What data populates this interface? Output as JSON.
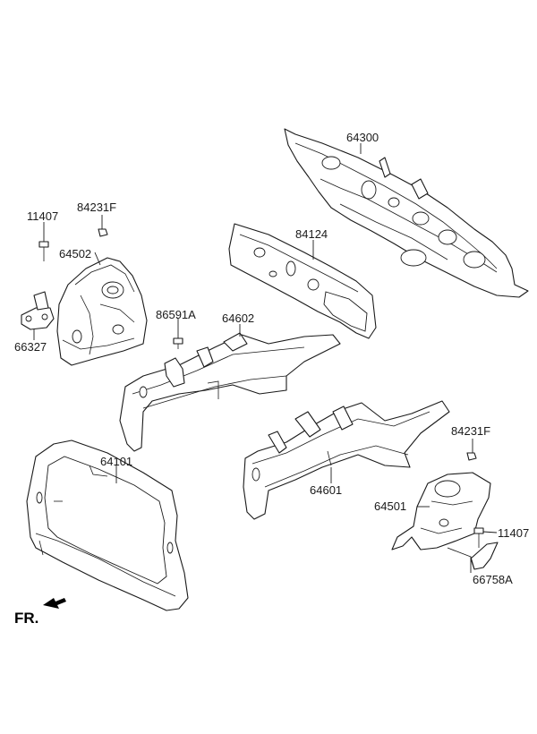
{
  "labels": {
    "p64300": "64300",
    "p84124": "84124",
    "p11407_left": "11407",
    "p84231F_left": "84231F",
    "p64502": "64502",
    "p66327": "66327",
    "p86591A": "86591A",
    "p64602": "64602",
    "p64101": "64101",
    "p84231F_right": "84231F",
    "p64601": "64601",
    "p64501": "64501",
    "p11407_right": "11407",
    "p66758A": "66758A"
  },
  "direction": {
    "label": "FR."
  }
}
